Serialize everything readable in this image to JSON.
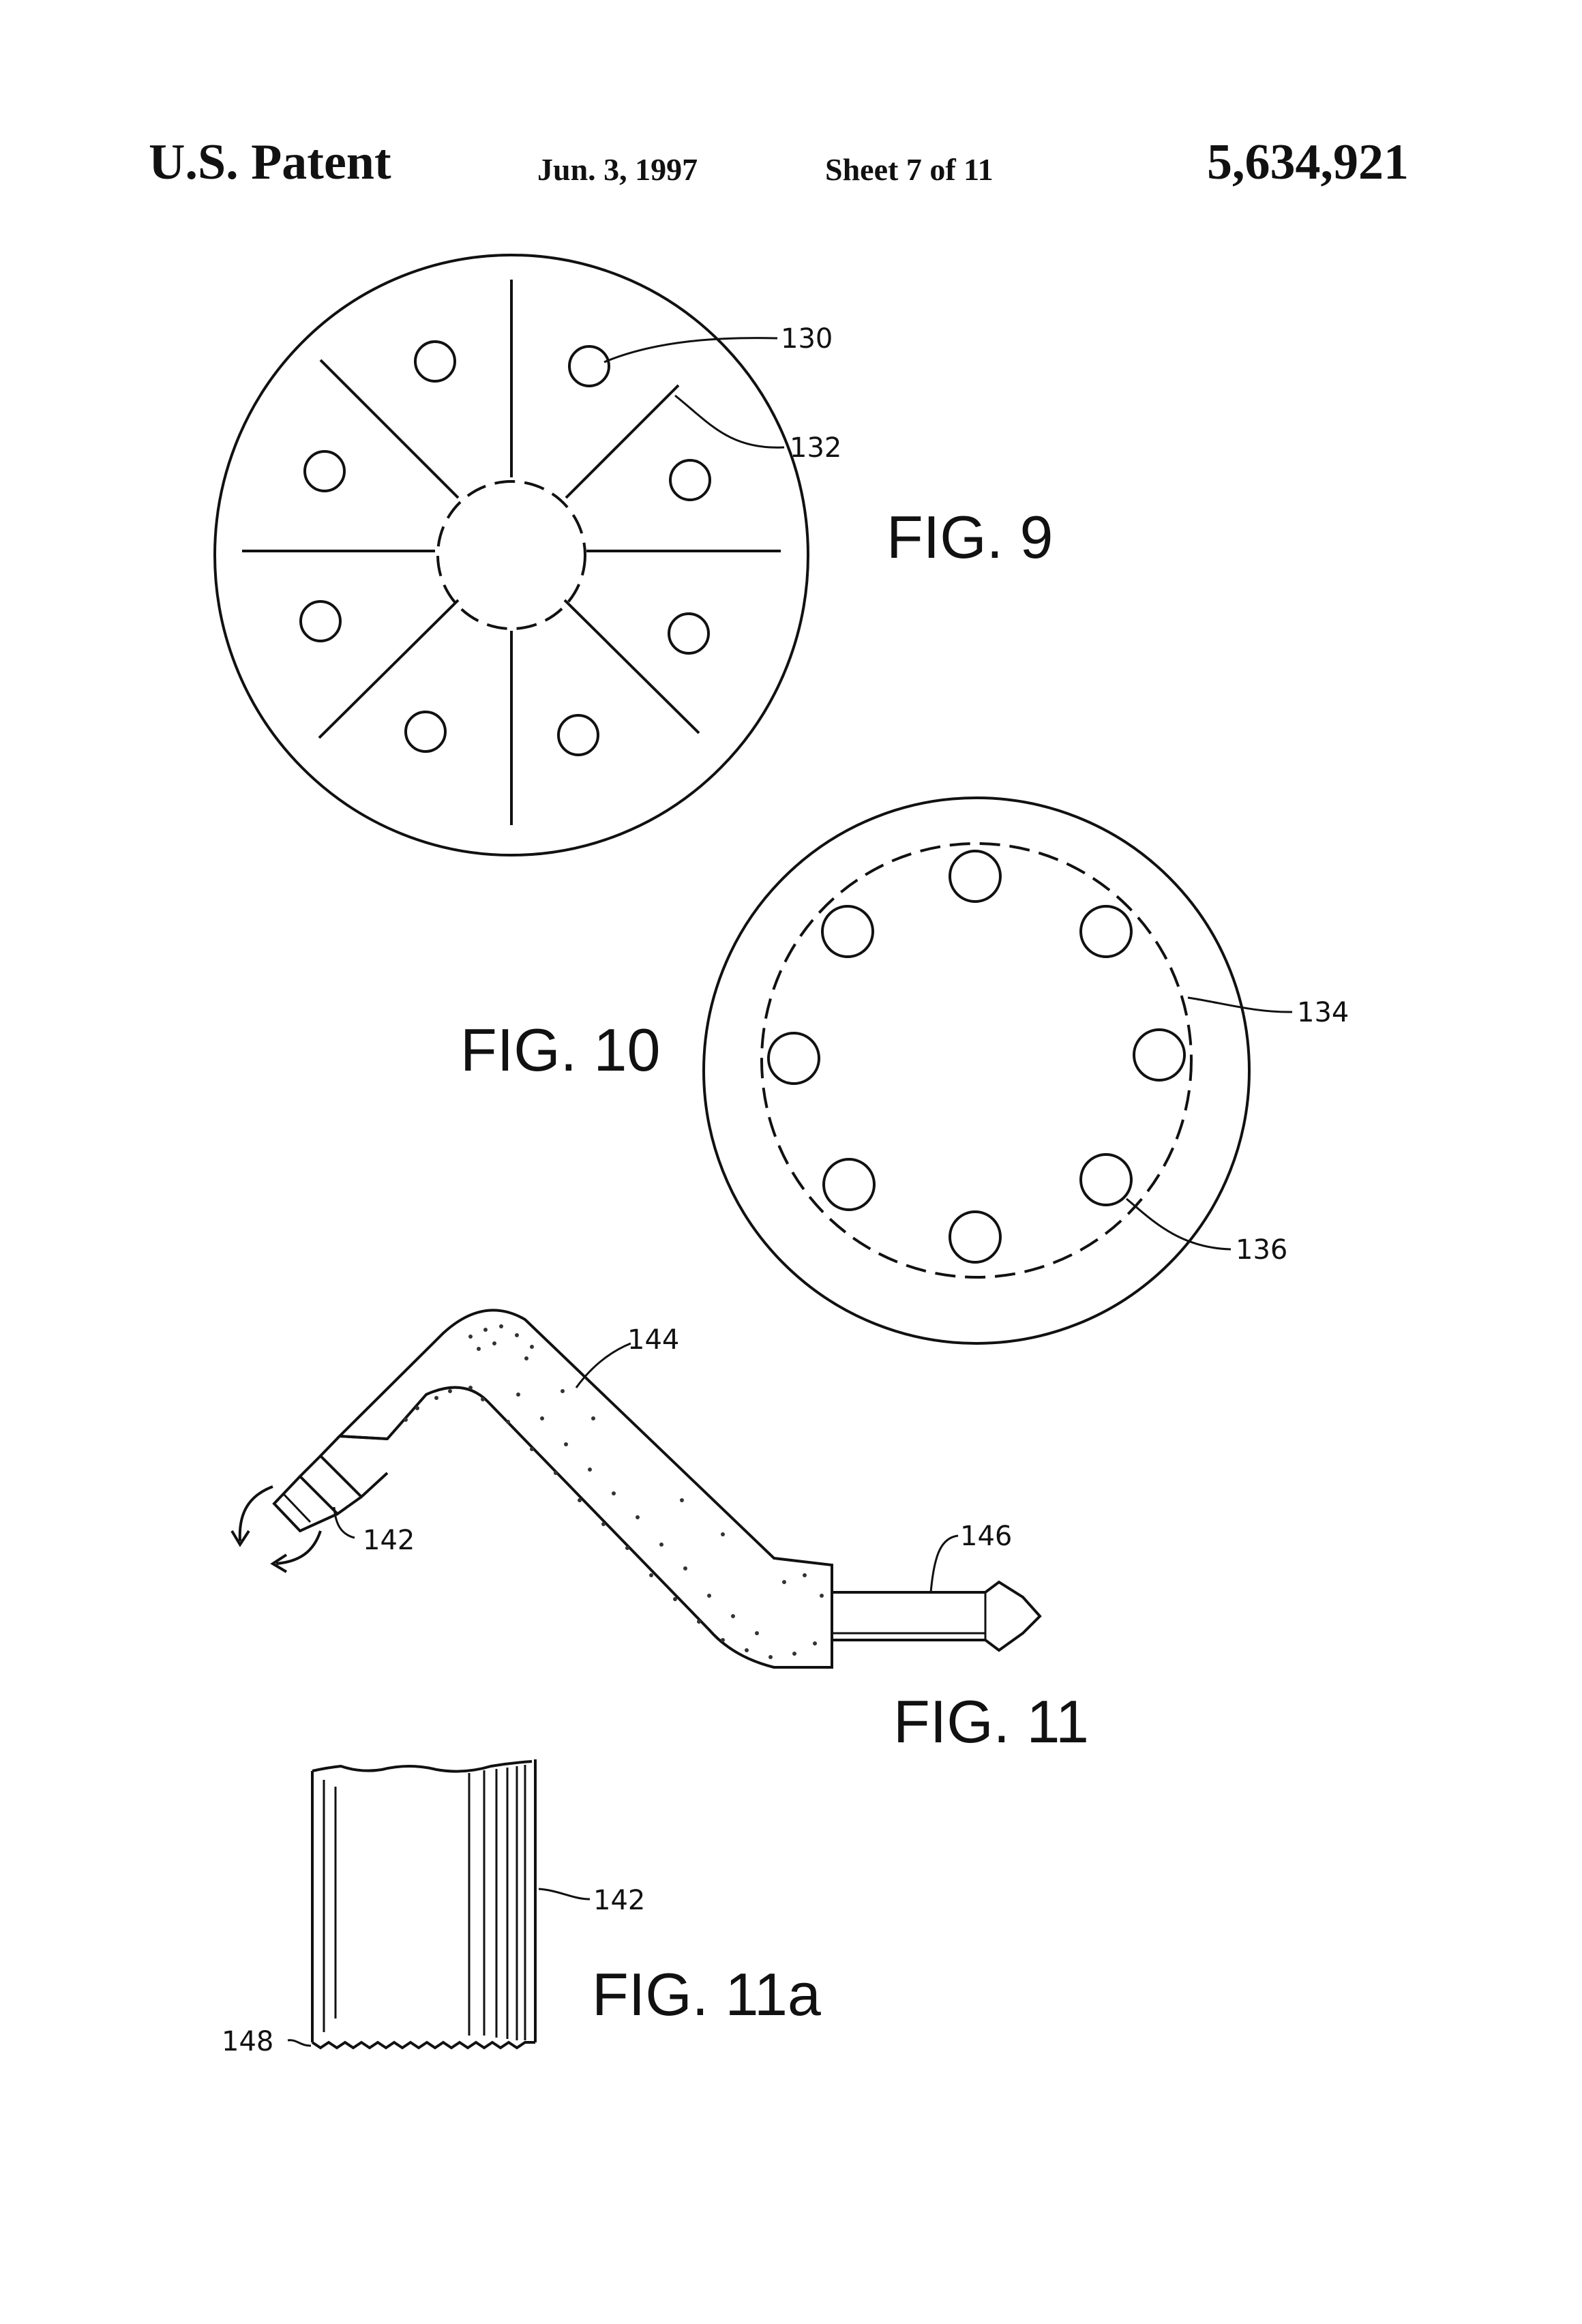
{
  "header": {
    "title": "U.S. Patent",
    "date": "Jun. 3, 1997",
    "sheet": "Sheet 7 of 11",
    "patent_number": "5,634,921"
  },
  "figures": {
    "fig9": {
      "label": "FIG. 9",
      "refs": {
        "holes": "130",
        "spokes": "132"
      }
    },
    "fig10": {
      "label": "FIG. 10",
      "refs": {
        "dashed_ring": "134",
        "holes": "136"
      }
    },
    "fig11": {
      "label": "FIG. 11",
      "refs": {
        "bit": "142",
        "housing": "144",
        "shaft": "146"
      }
    },
    "fig11a": {
      "label": "FIG. 11a",
      "refs": {
        "tube": "142",
        "edge": "148"
      }
    }
  }
}
